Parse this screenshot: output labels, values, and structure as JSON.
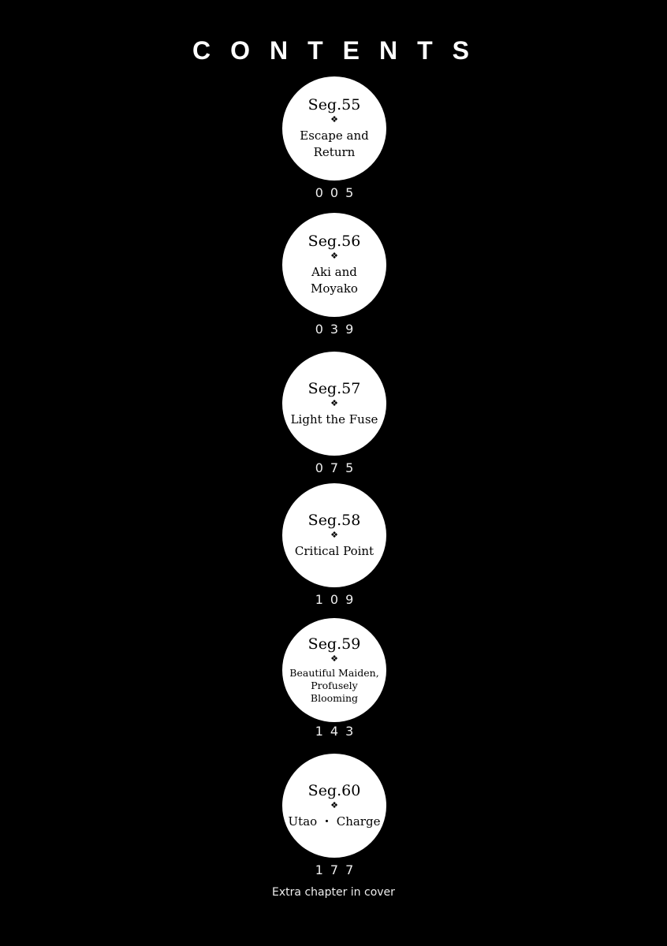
{
  "title": "CONTENTS",
  "ornament": "❖",
  "chapters": [
    {
      "seg": "Seg.55",
      "title": "Escape and Return",
      "page": "005"
    },
    {
      "seg": "Seg.56",
      "title": "Aki and Moyako",
      "page": "039"
    },
    {
      "seg": "Seg.57",
      "title": "Light the Fuse",
      "page": "075"
    },
    {
      "seg": "Seg.58",
      "title": "Critical Point",
      "page": "109"
    },
    {
      "seg": "Seg.59",
      "title": "Beautiful Maiden, Profusely Blooming",
      "page": "143"
    },
    {
      "seg": "Seg.60",
      "title": "Utao ・ Charge",
      "page": "177"
    }
  ],
  "footer": "Extra chapter in cover"
}
